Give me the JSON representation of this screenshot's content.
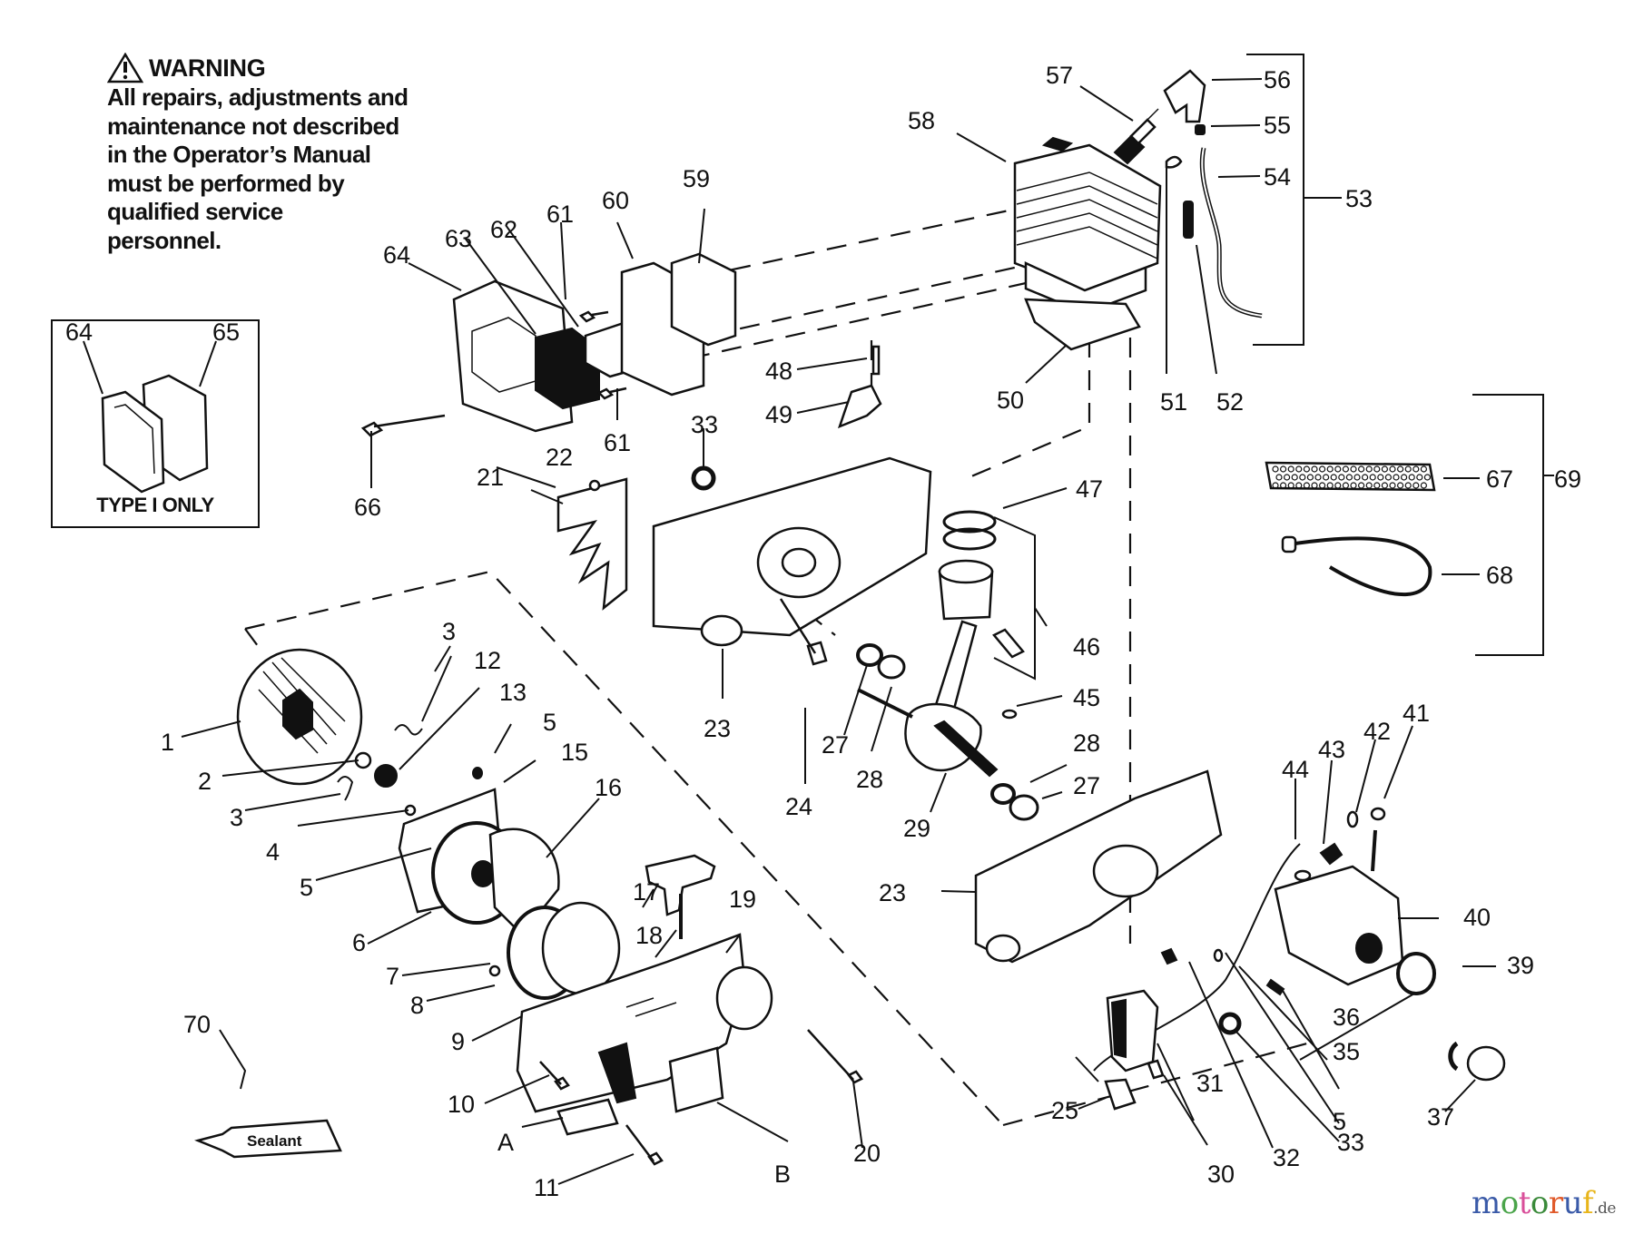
{
  "warning": {
    "title": "WARNING",
    "icon": "warning-triangle-icon",
    "body": "All repairs, adjustments and\nmaintenance not described\nin the Operator’s Manual\nmust be performed by\nqualified service\npersonnel."
  },
  "inset": {
    "caption": "TYPE I ONLY",
    "labels": [
      "64",
      "65"
    ]
  },
  "sealant_label": "Sealant",
  "callouts": {
    "c1": "1",
    "c2": "2",
    "c3a": "3",
    "c3b": "3",
    "c4": "4",
    "c5a": "5",
    "c5b": "5",
    "c5c": "5",
    "c6": "6",
    "c7": "7",
    "c8": "8",
    "c9": "9",
    "c10": "10",
    "c11": "11",
    "c12": "12",
    "c13": "13",
    "c15": "15",
    "c16": "16",
    "c17": "17",
    "c18": "18",
    "c19": "19",
    "c20": "20",
    "c21": "21",
    "c22": "22",
    "c23a": "23",
    "c23b": "23",
    "c24": "24",
    "c25": "25",
    "c27a": "27",
    "c27b": "27",
    "c28a": "28",
    "c28b": "28",
    "c29": "29",
    "c30": "30",
    "c31": "31",
    "c32": "32",
    "c33a": "33",
    "c33b": "33",
    "c35": "35",
    "c36": "36",
    "c37": "37",
    "c39": "39",
    "c40": "40",
    "c41": "41",
    "c42": "42",
    "c43": "43",
    "c44": "44",
    "c45": "45",
    "c46": "46",
    "c47": "47",
    "c48": "48",
    "c49": "49",
    "c50": "50",
    "c51": "51",
    "c52": "52",
    "c53": "53",
    "c54": "54",
    "c55": "55",
    "c56": "56",
    "c57": "57",
    "c58": "58",
    "c59": "59",
    "c60": "60",
    "c61a": "61",
    "c61b": "61",
    "c62": "62",
    "c63": "63",
    "c64": "64",
    "c66": "66",
    "c67": "67",
    "c68": "68",
    "c69": "69",
    "c70": "70",
    "cA": "A",
    "cB": "B"
  },
  "watermark": {
    "letters": [
      {
        "ch": "m",
        "color": "#3a5aa8"
      },
      {
        "ch": "o",
        "color": "#4aa44a"
      },
      {
        "ch": "t",
        "color": "#d94f9a"
      },
      {
        "ch": "o",
        "color": "#3a8a3a"
      },
      {
        "ch": "r",
        "color": "#e05a2a"
      },
      {
        "ch": "u",
        "color": "#3a5aa8"
      },
      {
        "ch": "f",
        "color": "#e8b51a"
      }
    ],
    "tld": ".de"
  }
}
